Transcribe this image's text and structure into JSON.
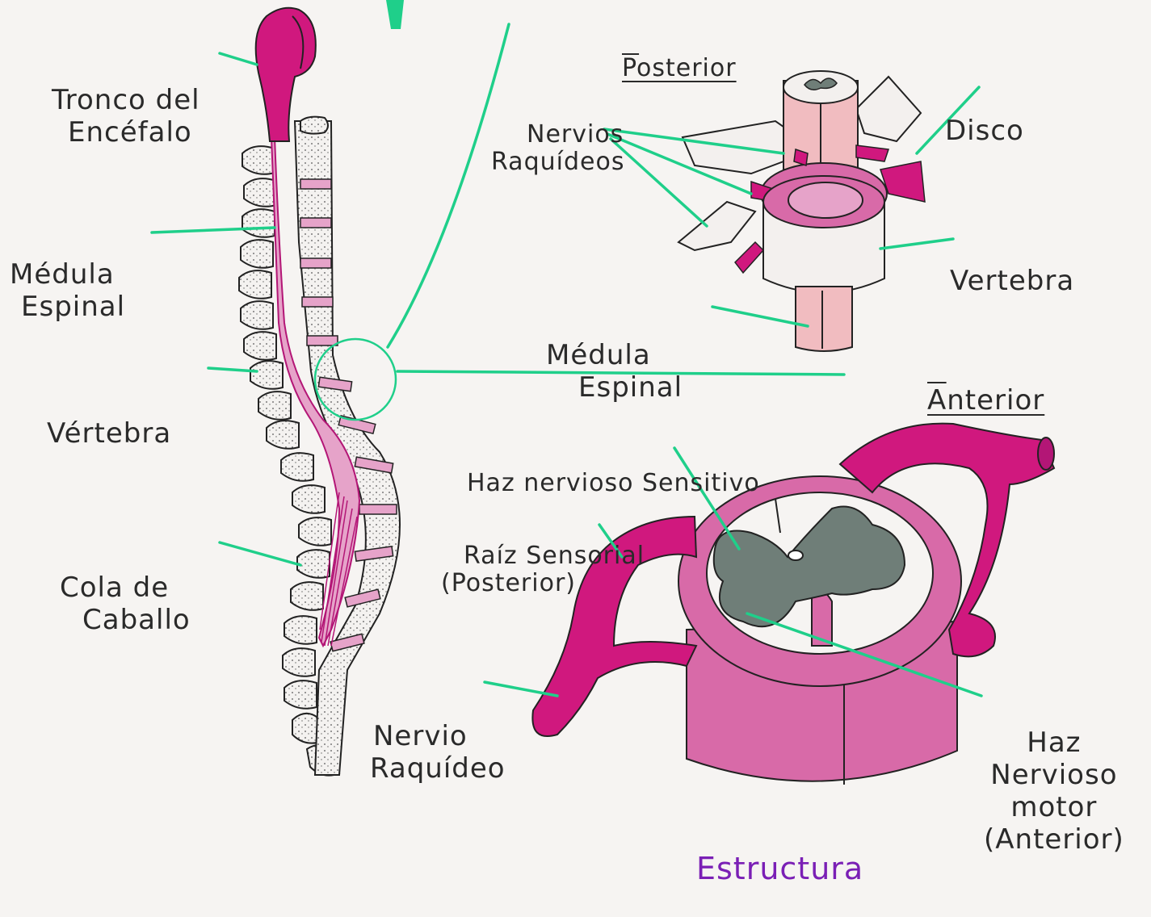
{
  "labels": {
    "tronco": [
      "Tronco del",
      "Encéfalo"
    ],
    "medula_left": [
      "Médula",
      "Espinal"
    ],
    "vertebra_left": "Vértebra",
    "cola": [
      "Cola de",
      "Caballo"
    ],
    "posterior": "Posterior",
    "nervios": [
      "Nervios",
      "Raquídeos"
    ],
    "disco": "Disco",
    "vertebra_right": "Vertebra",
    "medula_right": [
      "Médula",
      "Espinal"
    ],
    "anterior": "Anterior",
    "haz_sensitivo": "Haz nervioso Sensitivo",
    "raiz": [
      "Raíz Sensorial",
      "(Posterior)"
    ],
    "nervio_raquideo": [
      "Nervio",
      "Raquídeo"
    ],
    "haz_motor": [
      "Haz",
      "Nervioso",
      "motor",
      "(Anterior)"
    ],
    "estructura": "Estructura"
  },
  "colors": {
    "magenta": "#d0187e",
    "pink_light": "#e6a3c9",
    "pink_mid": "#d86aa8",
    "green_line": "#1fcf8a",
    "grey_matter": "#6f7e78",
    "bone": "#f3f0ee",
    "cord_light": "#f1bcc0",
    "label_purple": "#7a1fb5"
  }
}
